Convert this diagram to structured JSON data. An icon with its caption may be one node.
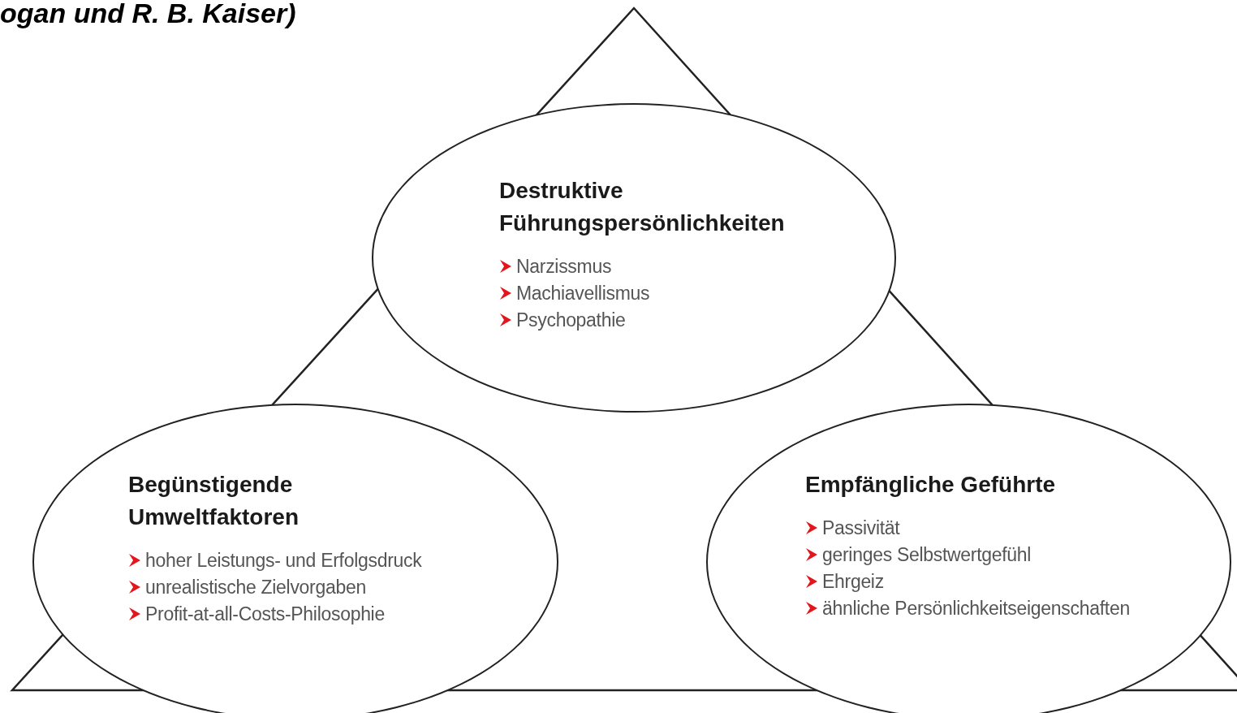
{
  "diagram": {
    "nodes": [
      {
        "text": [
          "Destruktive Führungspersönlichkeiten",
          "Narzissmus",
          "Machiavellismus",
          "Psychopathie"
        ]
      },
      {
        "text": [
          "Begünstigende Umweltfaktoren",
          "hoher Leistungs- und Erfolgsdruck",
          "unrealistische Zielvorgaben",
          "Profit-at-all-Costs-Philosophie"
        ]
      },
      {
        "text": [
          "Empfängliche Geführte",
          "Passivität",
          "geringes Selbstwertgefühl",
          "Ehrgeiz",
          "ähnliche Persönlichkeitseigenschaften"
        ]
      }
    ],
    "labels": [
      "ogan und R. B. Kaiser)"
    ]
  }
}
